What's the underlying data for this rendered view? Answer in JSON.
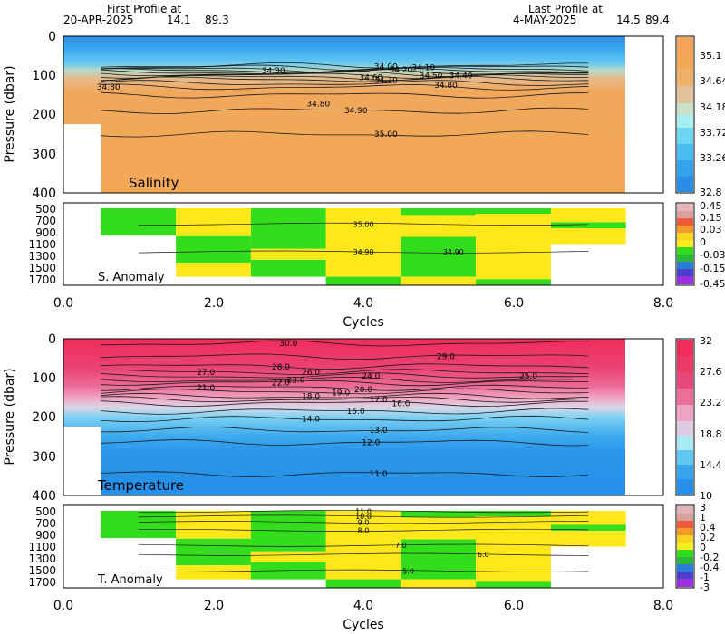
{
  "header": {
    "first_title": "First Profile at",
    "first_date": "20-APR-2025",
    "first_lon": "14.1",
    "first_lat": "89.3",
    "last_title": "Last Profile at",
    "last_date": "4-MAY-2025",
    "last_lon": "14.5",
    "last_lat": "89.4"
  },
  "chart_data": [
    {
      "type": "heatmap",
      "panel_label": "Salinity",
      "ylabel": "Pressure (dbar)",
      "ylim": [
        0,
        400
      ],
      "yticks": [
        0,
        100,
        200,
        300,
        400
      ],
      "xlim": [
        0,
        8
      ],
      "colorbar_ticks": [
        "35.1",
        "34.64",
        "34.18",
        "33.72",
        "33.26",
        "32.8"
      ],
      "contour_labels": [
        {
          "text": "34.30",
          "x": 2.8,
          "y": 88
        },
        {
          "text": "34.00",
          "x": 4.3,
          "y": 78
        },
        {
          "text": "34.20",
          "x": 4.5,
          "y": 85
        },
        {
          "text": "34.10",
          "x": 4.8,
          "y": 80
        },
        {
          "text": "34.40",
          "x": 5.3,
          "y": 100
        },
        {
          "text": "34.50",
          "x": 4.9,
          "y": 100
        },
        {
          "text": "34.60",
          "x": 4.1,
          "y": 105
        },
        {
          "text": "34.70",
          "x": 4.3,
          "y": 112
        },
        {
          "text": "34.80",
          "x": 0.6,
          "y": 130
        },
        {
          "text": "34.80",
          "x": 5.1,
          "y": 125
        },
        {
          "text": "34.80",
          "x": 3.4,
          "y": 172
        },
        {
          "text": "34.90",
          "x": 3.9,
          "y": 190
        },
        {
          "text": "35.00",
          "x": 4.3,
          "y": 250
        }
      ]
    },
    {
      "type": "heatmap",
      "panel_label": "S. Anomaly",
      "yticks": [
        "500",
        "700",
        "900",
        "1100",
        "1300",
        "1500",
        "1700"
      ],
      "colorbar_ticks": [
        "0.45",
        "0.15",
        "0.03",
        "0",
        "-0.03",
        "-0.15",
        "-0.45"
      ],
      "contour_labels": [
        {
          "text": "35.00",
          "x": 4.0,
          "y": 690
        },
        {
          "text": "34.90",
          "x": 4.0,
          "y": 1150
        },
        {
          "text": "34.90",
          "x": 5.2,
          "y": 1150
        }
      ]
    },
    {
      "type": "heatmap",
      "panel_label": "Temperature",
      "ylabel": "Pressure (dbar)",
      "ylim": [
        0,
        400
      ],
      "yticks": [
        0,
        100,
        200,
        300,
        400
      ],
      "colorbar_ticks": [
        "32",
        "27.6",
        "23.2",
        "18.8",
        "14.4",
        "10"
      ],
      "contour_labels": [
        {
          "text": "30.0",
          "x": 3.0,
          "y": 12
        },
        {
          "text": "29.0",
          "x": 5.1,
          "y": 45
        },
        {
          "text": "28.0",
          "x": 2.9,
          "y": 72
        },
        {
          "text": "27.0",
          "x": 1.9,
          "y": 85
        },
        {
          "text": "26.0",
          "x": 3.3,
          "y": 85
        },
        {
          "text": "24.0",
          "x": 4.1,
          "y": 95
        },
        {
          "text": "25.0",
          "x": 6.2,
          "y": 95
        },
        {
          "text": "23.0",
          "x": 3.1,
          "y": 105
        },
        {
          "text": "22.0",
          "x": 2.9,
          "y": 112
        },
        {
          "text": "21.0",
          "x": 1.9,
          "y": 125
        },
        {
          "text": "20.0",
          "x": 4.0,
          "y": 130
        },
        {
          "text": "19.0",
          "x": 3.7,
          "y": 137
        },
        {
          "text": "18.0",
          "x": 3.3,
          "y": 147
        },
        {
          "text": "17.0",
          "x": 4.2,
          "y": 155
        },
        {
          "text": "16.0",
          "x": 4.5,
          "y": 165
        },
        {
          "text": "15.0",
          "x": 3.9,
          "y": 185
        },
        {
          "text": "14.0",
          "x": 3.3,
          "y": 205
        },
        {
          "text": "13.0",
          "x": 4.2,
          "y": 233
        },
        {
          "text": "12.0",
          "x": 4.1,
          "y": 265
        },
        {
          "text": "11.0",
          "x": 4.2,
          "y": 345
        }
      ]
    },
    {
      "type": "heatmap",
      "panel_label": "T. Anomaly",
      "yticks": [
        "500",
        "700",
        "900",
        "1100",
        "1300",
        "1500",
        "1700"
      ],
      "colorbar_ticks": [
        "3",
        "1",
        "0.4",
        "0.2",
        "0",
        "-0.2",
        "-0.4",
        "-1",
        "-3"
      ],
      "contour_labels": [
        {
          "text": "11.0",
          "x": 4.0,
          "y": 440
        },
        {
          "text": "10.0",
          "x": 4.0,
          "y": 520
        },
        {
          "text": "9.0",
          "x": 4.0,
          "y": 620
        },
        {
          "text": "8.0",
          "x": 4.0,
          "y": 750
        },
        {
          "text": "7.0",
          "x": 4.5,
          "y": 1000
        },
        {
          "text": "6.0",
          "x": 5.6,
          "y": 1150
        },
        {
          "text": "5.0",
          "x": 4.6,
          "y": 1420
        }
      ]
    }
  ],
  "xaxis": {
    "label": "Cycles",
    "ticks": [
      "0.0",
      "2.0",
      "4.0",
      "6.0",
      "8.0"
    ]
  }
}
